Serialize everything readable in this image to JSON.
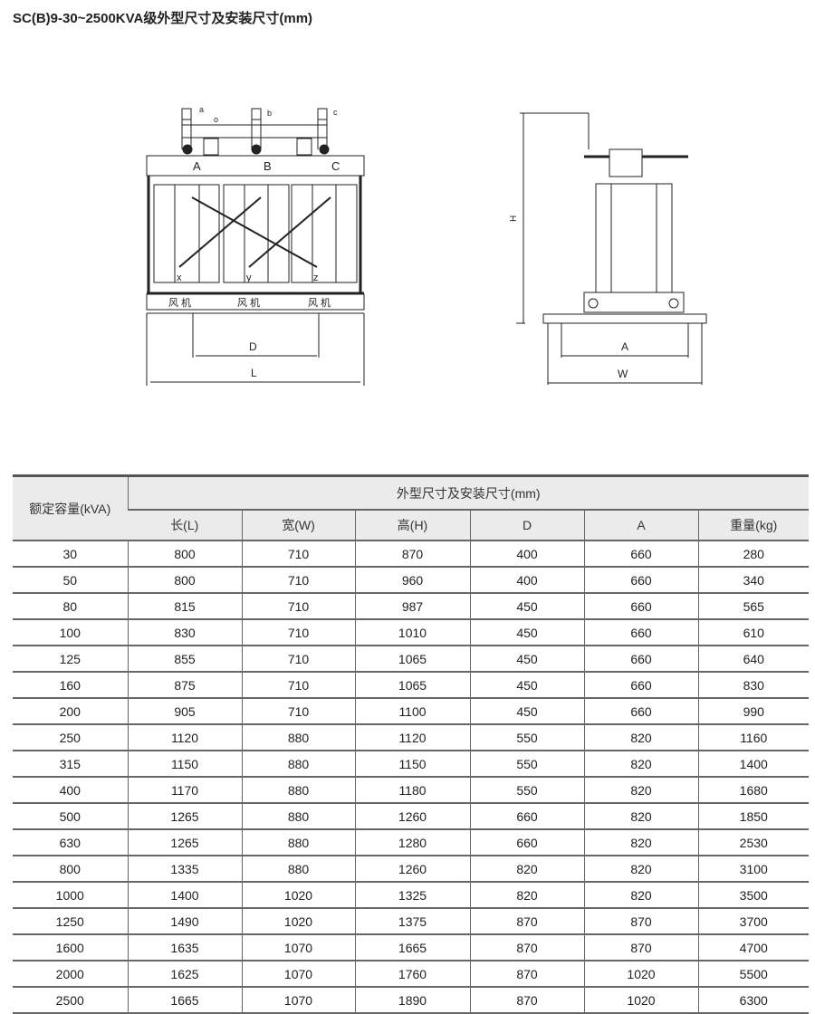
{
  "title": "SC(B)9-30~2500KVA级外型尺寸及安装尺寸(mm)",
  "front_view": {
    "phase_labels": [
      "A",
      "B",
      "C"
    ],
    "bus_labels": [
      "a",
      "b",
      "c",
      "o"
    ],
    "neutral_labels": [
      "x",
      "y",
      "z"
    ],
    "fan_label": "风 机",
    "dim_D": "D",
    "dim_L": "L"
  },
  "side_view": {
    "dim_H": "H",
    "dim_A": "A",
    "dim_W": "W"
  },
  "table": {
    "group_header": "外型尺寸及安装尺寸(mm)",
    "columns": [
      "额定容量(kVA)",
      "长(L)",
      "宽(W)",
      "高(H)",
      "D",
      "A",
      "重量(kg)"
    ],
    "rows": [
      [
        "30",
        "800",
        "710",
        "870",
        "400",
        "660",
        "280"
      ],
      [
        "50",
        "800",
        "710",
        "960",
        "400",
        "660",
        "340"
      ],
      [
        "80",
        "815",
        "710",
        "987",
        "450",
        "660",
        "565"
      ],
      [
        "100",
        "830",
        "710",
        "1010",
        "450",
        "660",
        "610"
      ],
      [
        "125",
        "855",
        "710",
        "1065",
        "450",
        "660",
        "640"
      ],
      [
        "160",
        "875",
        "710",
        "1065",
        "450",
        "660",
        "830"
      ],
      [
        "200",
        "905",
        "710",
        "1100",
        "450",
        "660",
        "990"
      ],
      [
        "250",
        "1120",
        "880",
        "1120",
        "550",
        "820",
        "1160"
      ],
      [
        "315",
        "1150",
        "880",
        "1150",
        "550",
        "820",
        "1400"
      ],
      [
        "400",
        "1170",
        "880",
        "1180",
        "550",
        "820",
        "1680"
      ],
      [
        "500",
        "1265",
        "880",
        "1260",
        "660",
        "820",
        "1850"
      ],
      [
        "630",
        "1265",
        "880",
        "1280",
        "660",
        "820",
        "2530"
      ],
      [
        "800",
        "1335",
        "880",
        "1260",
        "820",
        "820",
        "3100"
      ],
      [
        "1000",
        "1400",
        "1020",
        "1325",
        "820",
        "820",
        "3500"
      ],
      [
        "1250",
        "1490",
        "1020",
        "1375",
        "870",
        "870",
        "3700"
      ],
      [
        "1600",
        "1635",
        "1070",
        "1665",
        "870",
        "870",
        "4700"
      ],
      [
        "2000",
        "1625",
        "1070",
        "1760",
        "870",
        "1020",
        "5500"
      ],
      [
        "2500",
        "1665",
        "1070",
        "1890",
        "870",
        "1020",
        "6300"
      ]
    ]
  }
}
